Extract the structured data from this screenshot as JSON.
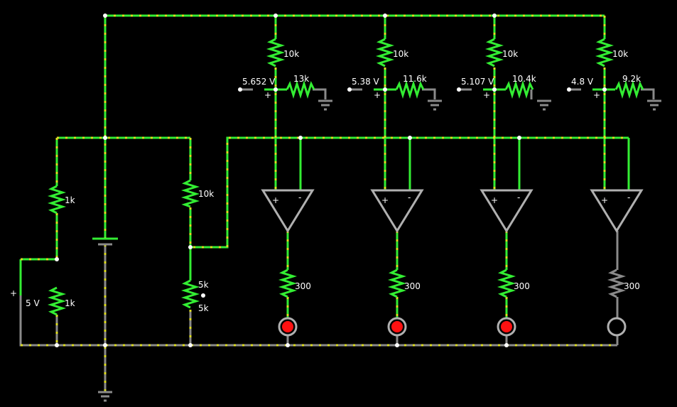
{
  "battery": {
    "label": "5 V",
    "plus": "+"
  },
  "divider_top": {
    "label": "1k"
  },
  "divider_bottom": {
    "label": "1k"
  },
  "ref_resistor": {
    "label": "10k"
  },
  "potentiometer": {
    "label_top": "5k",
    "label_bottom": "5k"
  },
  "channels": [
    {
      "voltage": "5.652 V",
      "pullup": "10k",
      "sense": "13k",
      "led_resistor": "300",
      "led_on": true,
      "plus": "+"
    },
    {
      "voltage": "5.38 V",
      "pullup": "10k",
      "sense": "11.6k",
      "led_resistor": "300",
      "led_on": true,
      "plus": "+"
    },
    {
      "voltage": "5.107 V",
      "pullup": "10k",
      "sense": "10.4k",
      "led_resistor": "300",
      "led_on": true,
      "plus": "+"
    },
    {
      "voltage": "4.8 V",
      "pullup": "10k",
      "sense": "9.2k",
      "led_resistor": "300",
      "led_on": false,
      "plus": "+"
    }
  ],
  "opamp_labels": {
    "plus": "+",
    "minus": "-"
  },
  "colors": {
    "background": "#000000",
    "wire_active": "#33ee33",
    "wire_inactive": "#8a8a8a",
    "current_dots": "#dddd22",
    "led_on": "#ff1111",
    "opamp": "#b0b0b0",
    "text": "#ffffff"
  }
}
